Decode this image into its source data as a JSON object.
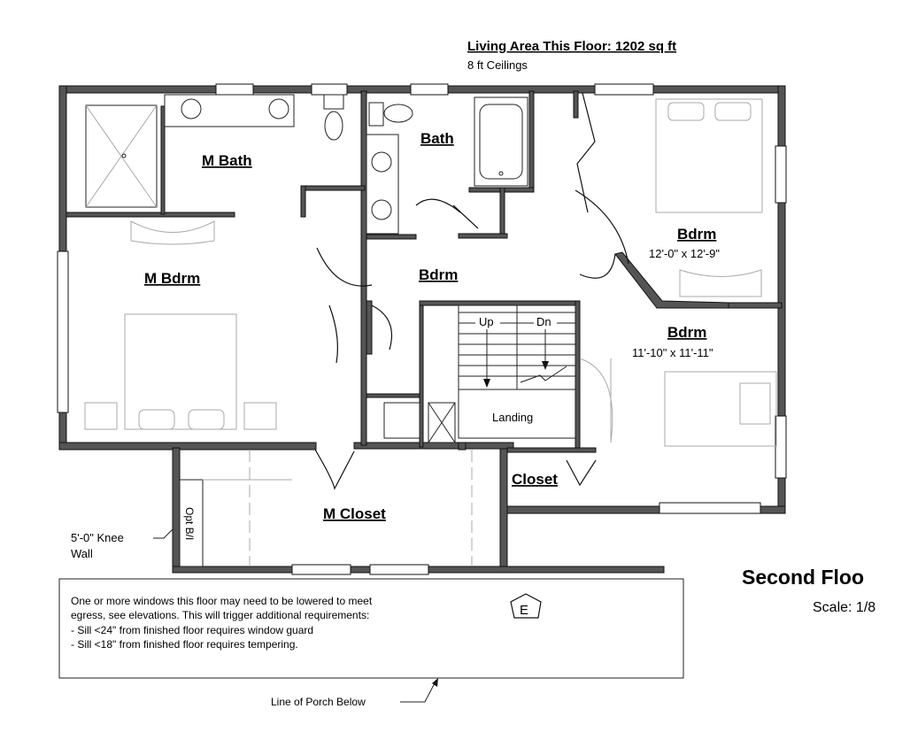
{
  "header": {
    "title": "Living Area This Floor: 1202 sq ft",
    "subtitle": "8 ft Ceilings"
  },
  "rooms": {
    "m_bath": "M Bath",
    "bath": "Bath",
    "m_bdrm": "M Bdrm",
    "bdrm_center": "Bdrm",
    "bdrm_top_right": "Bdrm",
    "bdrm_top_right_dim": "12'-0\" x 12'-9\"",
    "bdrm_bottom_right": "Bdrm",
    "bdrm_bottom_right_dim": "11'-10\" x 11'-11\"",
    "m_closet": "M Closet",
    "closet": "Closet",
    "landing": "Landing"
  },
  "stairs": {
    "up": "Up",
    "dn": "Dn"
  },
  "labels": {
    "opt_bi": "Opt B/I",
    "knee_wall_line1": "5'-0\" Knee",
    "knee_wall_line2": "Wall",
    "porch_line": "Line of Porch Below"
  },
  "note": {
    "line1": "One or more windows this floor may need to be lowered to meet",
    "line2": "egress, see elevations.  This will trigger additional requirements:",
    "line3": "- Sill <24\" from finished floor requires window guard",
    "line4": "- Sill <18\" from finished floor requires tempering.",
    "egress_symbol": "E"
  },
  "plan_title": {
    "name": "Second Floo",
    "scale": "Scale: 1/8"
  },
  "colors": {
    "wall_fill": "#555555",
    "line": "#111111",
    "background": "#ffffff"
  }
}
